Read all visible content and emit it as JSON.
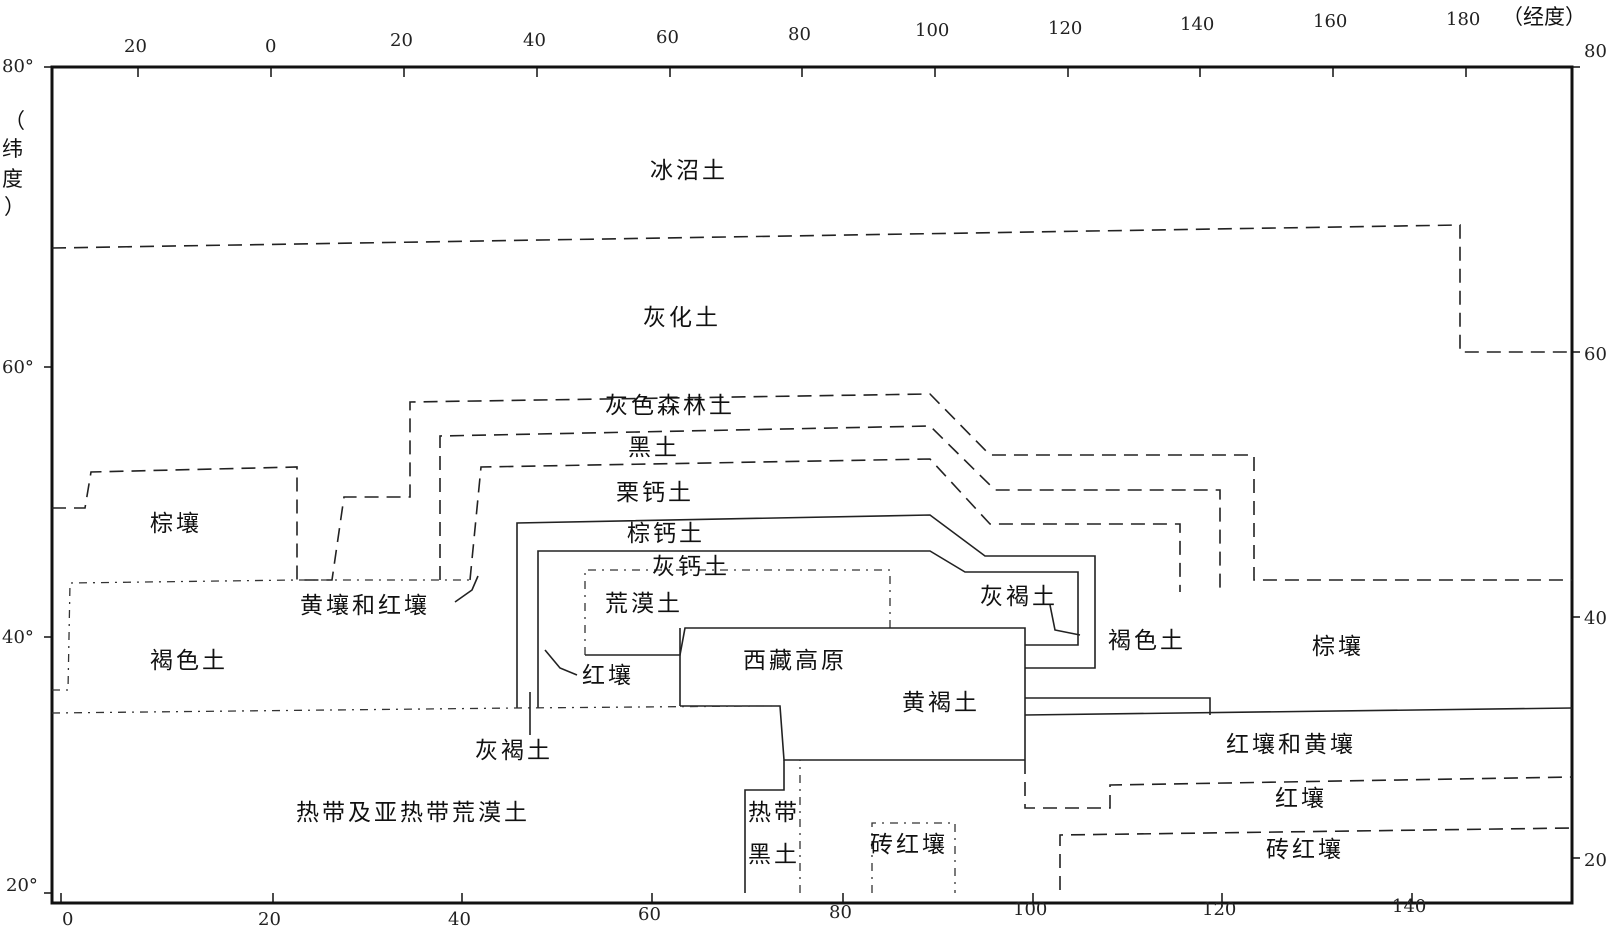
{
  "axes": {
    "top_unit": "（经度）",
    "left_unit_chars": [
      "（",
      "纬",
      "度",
      "）"
    ],
    "top_ticks": [
      "20",
      "0",
      "20",
      "40",
      "60",
      "80",
      "100",
      "120",
      "140",
      "160",
      "180"
    ],
    "bottom_ticks": [
      "0",
      "20",
      "40",
      "60",
      "80",
      "100",
      "120",
      "140"
    ],
    "left_ticks": [
      "80°",
      "60°",
      "40°",
      "20°"
    ],
    "right_ticks": [
      "80",
      "60",
      "40",
      "20"
    ]
  },
  "zones": {
    "glacial": "冰沼土",
    "podzol": "灰化土",
    "gray_forest": "灰色森林土",
    "chernozem": "黑土",
    "chestnut": "栗钙土",
    "brown_calcic": "棕钙土",
    "gray_calcic": "灰钙土",
    "desert": "荒漠土",
    "tibet": "西藏高原",
    "gray_brown_east": "灰褐土",
    "cinnamon_east": "褐色土",
    "brown_east": "棕壤",
    "yellow_brown": "黄褐土",
    "red_yellow_east": "红壤和黄壤",
    "red_east": "红壤",
    "latosol_east": "砖红壤",
    "brown_west": "棕壤",
    "cinnamon_west": "褐色土",
    "yellow_red_west": "黄壤和红壤",
    "red_small": "红壤",
    "gray_brown_west": "灰褐土",
    "tropical_desert": "热带及亚热带荒漠土",
    "tropical_black_1": "热带",
    "tropical_black_2": "黑土",
    "latosol_center": "砖红壤"
  }
}
